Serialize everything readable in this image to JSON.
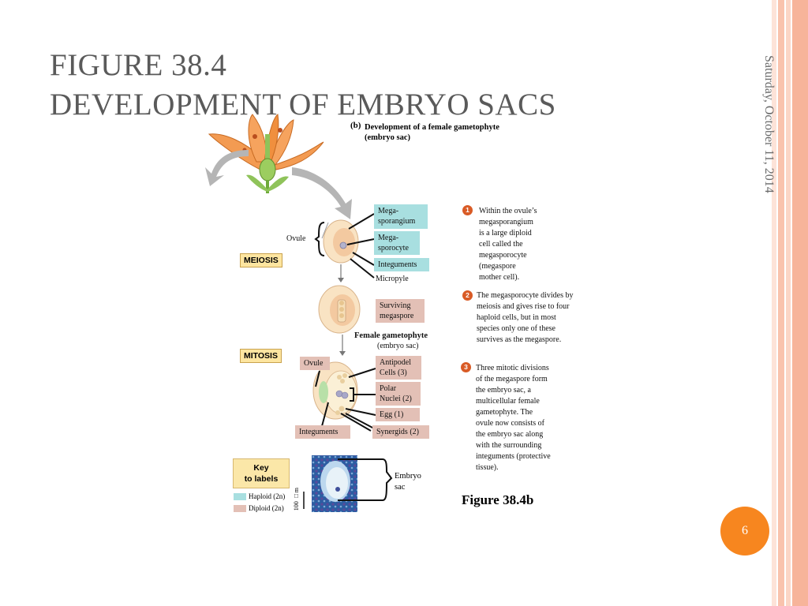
{
  "slide": {
    "title_line1": "FIGURE 38.4",
    "title_line2": "DEVELOPMENT OF EMBRYO SACS",
    "date": "Saturday, October 11, 2014",
    "page_number": "6"
  },
  "figure": {
    "panel_letter": "(b)",
    "subtitle_line1": "Development of a female gametophyte",
    "subtitle_line2": "(embryo sac)",
    "caption": "Figure 38.4b",
    "labels": {
      "ovule_top": "Ovule",
      "megasporangium": "Mega-\nsporangium",
      "megasporocyte": "Mega-\nsporocyte",
      "integuments_top": "Integuments",
      "micropyle": "Micropyle",
      "meiosis": "MEIOSIS",
      "surviving_megaspore": "Surviving\nmegaspore",
      "female_gametophyte": "Female gametophyte",
      "female_gametophyte_sub": "(embryo sac)",
      "mitosis": "MITOSIS",
      "ovule_bottom": "Ovule",
      "antipodel_cells": "Antipodel\nCells (3)",
      "polar_nuclei": "Polar\nNuclei (2)",
      "egg": "Egg (1)",
      "integuments_bottom": "Integuments",
      "synergids": "Synergids (2)",
      "embryo_sac": "Embryo\nsac",
      "scale": "100 □m"
    },
    "key": {
      "title_line1": "Key",
      "title_line2": "to labels",
      "haploid": "Haploid (2n)",
      "diploid": "Diploid (2n)",
      "haploid_color": "#a8dfe0",
      "diploid_color": "#e3c0b6"
    },
    "steps": [
      {
        "number": "1",
        "text": "Within the ovule’s\nmegasporangium\nis a large diploid\ncell called the\nmegasporocyte\n(megaspore\nmother cell)."
      },
      {
        "number": "2",
        "text": "The megasporocyte divides by\nmeiosis and gives rise to four\nhaploid cells, but in most\nspecies only one of these\nsurvives as the megaspore."
      },
      {
        "number": "3",
        "text": "Three mitotic divisions\nof the megaspore form\nthe embryo sac, a\nmulticellular female\ngametophyte. The\novule now consists of\nthe embryo sac along\nwith the surrounding\ninteguments (protective\ntissue)."
      }
    ]
  },
  "colors": {
    "accent_orange": "#f7861f",
    "stripe_light": "#fcd5c6",
    "stripe_dark": "#f5a98b",
    "title_gray": "#5a5a5a"
  }
}
